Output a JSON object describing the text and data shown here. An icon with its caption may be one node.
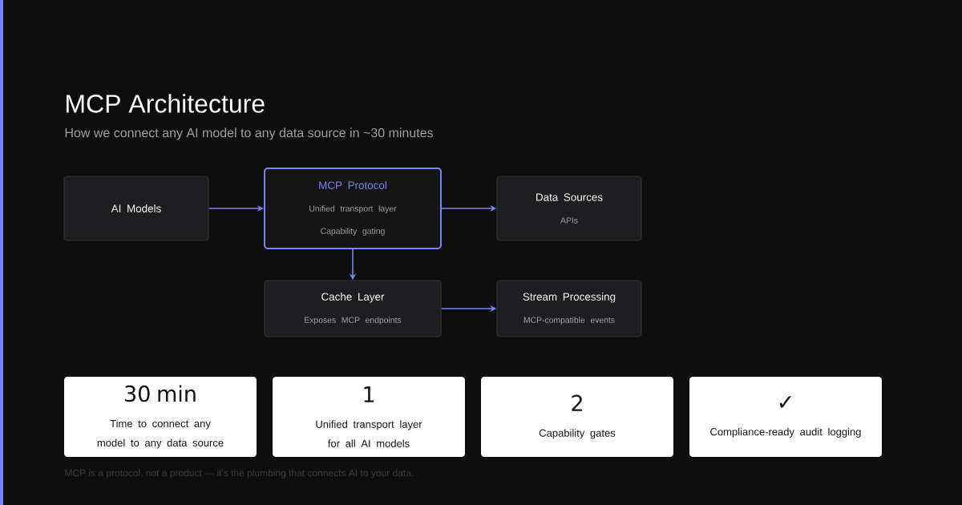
{
  "diagram": {
    "title": "MCP Architecture",
    "nodes": [
      {
        "text": [
          "AI Models"
        ]
      },
      {
        "text": [
          "MCP Protocol",
          "Unified transport layer",
          "Capability gating"
        ]
      },
      {
        "text": [
          "Data Sources",
          "APIs"
        ]
      },
      {
        "text": [
          "Cache Layer",
          "Exposes MCP endpoints"
        ]
      },
      {
        "text": [
          "Stream Processing",
          "MCP-compatible events"
        ]
      },
      {
        "text": [
          "30 min",
          "Time to connect any model to any data source"
        ]
      },
      {
        "text": [
          "1",
          "Unified transport layer for all AI models"
        ]
      },
      {
        "text": [
          "2",
          "Capability gates"
        ]
      },
      {
        "text": [
          "✓",
          "Compliance-ready audit logging"
        ]
      }
    ],
    "edges": [
      {
        "from": 0,
        "to": 1,
        "arrow": "to"
      },
      {
        "from": 1,
        "to": 2,
        "arrow": "to"
      },
      {
        "from": 1,
        "to": 3,
        "arrow": "to"
      },
      {
        "from": 3,
        "to": 4,
        "arrow": "to"
      }
    ],
    "labels": [
      "How we connect any AI model to any data source in ~30 minutes",
      "MCP is a protocol, not a product — it's the plumbing that connects AI to your data."
    ]
  }
}
